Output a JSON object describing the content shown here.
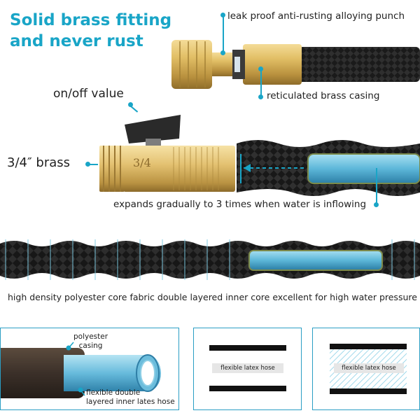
{
  "headline": {
    "line1": "Solid brass fitting",
    "line2": "and never rust"
  },
  "callouts": {
    "leak_proof": "leak proof anti-rusting alloying punch",
    "reticulated": "reticulated brass casing",
    "on_off": "on/off value",
    "brass_size": "3/4″  brass",
    "fitting_mark": "3/4",
    "expands": "expands gradually to 3 times when water is inflowing",
    "high_density": "high density polyester core fabric double layered inner core excellent for high water pressure"
  },
  "cross_section": {
    "polyester": "polyester\ncasing",
    "inner": "flexible double\nlayered inner lates hose"
  },
  "latex_panels": {
    "panel1": "flexible latex hose",
    "panel2": "flexible latex hose"
  },
  "colors": {
    "accent": "#19a5c7",
    "brass": "#d9b35a",
    "hose_black": "#1c1c1c",
    "inner_blue": "#6fc3e0"
  }
}
